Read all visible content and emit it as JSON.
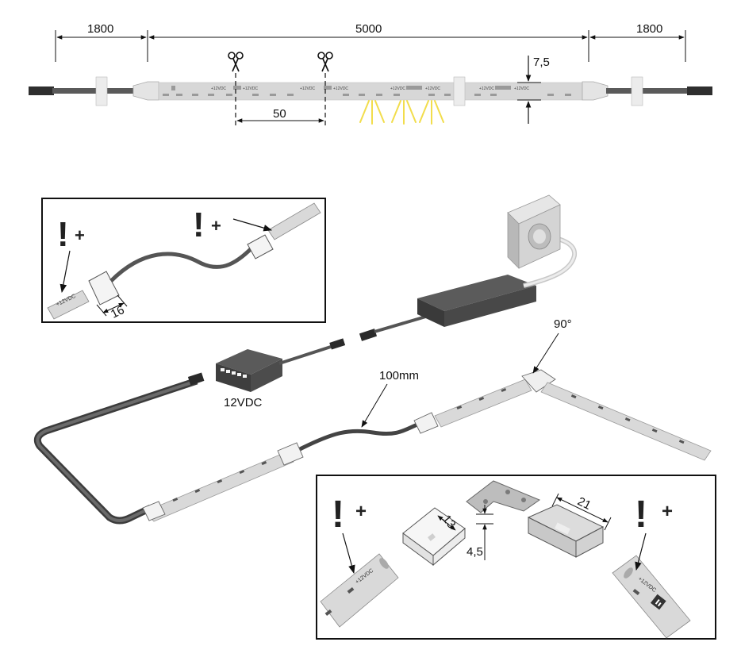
{
  "dimensions": {
    "left_lead": "1800",
    "strip_length": "5000",
    "right_lead": "1800",
    "strip_width": "7,5",
    "cut_interval": "50",
    "connector_offset": "16",
    "clip_width": "13",
    "clip_length": "21",
    "corner_gap": "4,5",
    "jumper_length": "100mm",
    "corner_angle": "90°"
  },
  "labels": {
    "driver_voltage": "12VDC",
    "strip_print": "+12VDC",
    "plus_sign": "+",
    "exclamation": "!"
  },
  "icons": [
    "scissors-icon",
    "warning-exclamation-icon",
    "light-rays-icon",
    "wall-socket-icon",
    "hafele-logo-icon"
  ],
  "colors": {
    "strip": "#d7d7d7",
    "cable": "#555555",
    "light": "#f2dd4c",
    "driver": "#4a4a4a",
    "line": "#111111"
  }
}
